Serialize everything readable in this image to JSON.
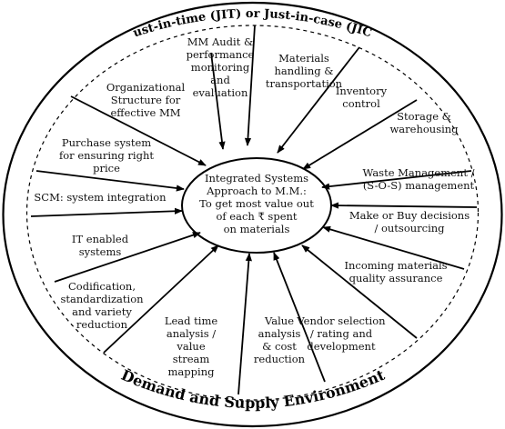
{
  "diagram": {
    "outer_ring_top": "Just-in-time (JIT) or Just-in-case (JIC)",
    "outer_ring_bottom": "Demand and Supply Environment",
    "center": [
      "Integrated Systems",
      "Approach to M.M.:",
      "To get most value out",
      "of each ₹ spent",
      "on materials"
    ],
    "factors": [
      {
        "id": "mm-audit",
        "lines": [
          "MM Audit &",
          "performance",
          "monitoring",
          "and",
          "evaluation"
        ]
      },
      {
        "id": "materials-handling",
        "lines": [
          "Materials",
          "handling &",
          "transportation"
        ]
      },
      {
        "id": "inventory-control",
        "lines": [
          "Inventory",
          "control"
        ]
      },
      {
        "id": "storage",
        "lines": [
          "Storage &",
          "warehousing"
        ]
      },
      {
        "id": "waste-management",
        "lines": [
          "Waste Management /",
          "(S-O-S) management"
        ]
      },
      {
        "id": "make-or-buy",
        "lines": [
          "Make or Buy decisions",
          "/ outsourcing"
        ]
      },
      {
        "id": "incoming-qa",
        "lines": [
          "Incoming materials",
          "quality assurance"
        ]
      },
      {
        "id": "vendor-selection",
        "lines": [
          "Vendor selection",
          "/ rating and",
          "development"
        ]
      },
      {
        "id": "value-analysis",
        "lines": [
          "Value",
          "analysis",
          "& cost",
          "reduction"
        ]
      },
      {
        "id": "lead-time",
        "lines": [
          "Lead time",
          "analysis /",
          "value",
          "stream",
          "mapping"
        ]
      },
      {
        "id": "codification",
        "lines": [
          "Codification,",
          "standardization",
          "and variety",
          "reduction"
        ]
      },
      {
        "id": "it-systems",
        "lines": [
          "IT enabled",
          "systems"
        ]
      },
      {
        "id": "scm",
        "lines": [
          "SCM: system integration"
        ]
      },
      {
        "id": "purchase-system",
        "lines": [
          "Purchase system",
          "for ensuring right",
          "price"
        ]
      },
      {
        "id": "org-structure",
        "lines": [
          "Organizational",
          "Structure for",
          "effective MM"
        ]
      }
    ]
  }
}
